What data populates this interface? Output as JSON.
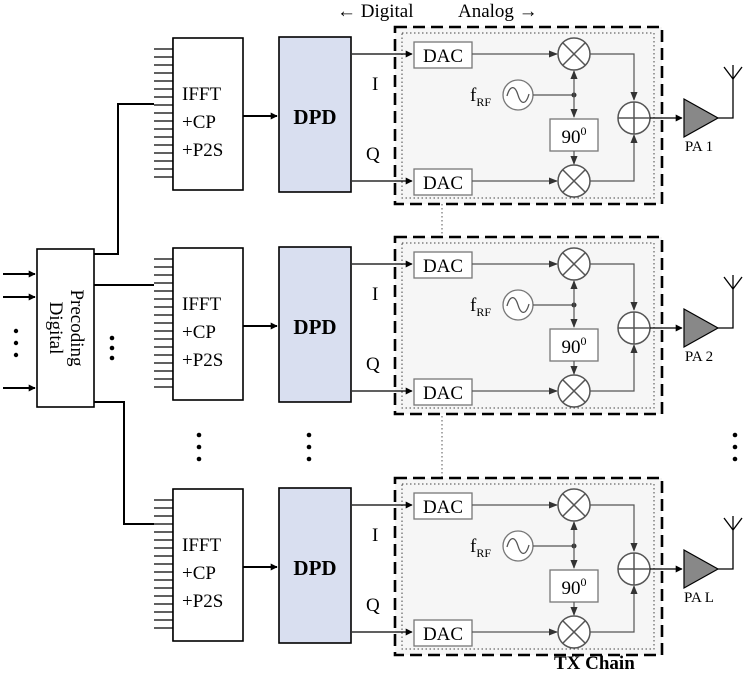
{
  "header": {
    "digital_label": "← Digital",
    "analog_label": "Analog →"
  },
  "precoder": {
    "line1": "Digital",
    "line2": "Precoding"
  },
  "chains": [
    {
      "ifft_lines": [
        "IFFT",
        "+CP",
        "+P2S"
      ],
      "dpd": "DPD",
      "i": "I",
      "q": "Q",
      "dac": "DAC",
      "freq_main": "f",
      "freq_sub": "RF",
      "phase_base": "90",
      "phase_sup": "0",
      "pa": "PA 1"
    },
    {
      "ifft_lines": [
        "IFFT",
        "+CP",
        "+P2S"
      ],
      "dpd": "DPD",
      "i": "I",
      "q": "Q",
      "dac": "DAC",
      "freq_main": "f",
      "freq_sub": "RF",
      "phase_base": "90",
      "phase_sup": "0",
      "pa": "PA 2"
    },
    {
      "ifft_lines": [
        "IFFT",
        "+CP",
        "+P2S"
      ],
      "dpd": "DPD",
      "i": "I",
      "q": "Q",
      "dac": "DAC",
      "freq_main": "f",
      "freq_sub": "RF",
      "phase_base": "90",
      "phase_sup": "0",
      "pa": "PA L"
    }
  ],
  "tx_chain_label": "TX Chain"
}
